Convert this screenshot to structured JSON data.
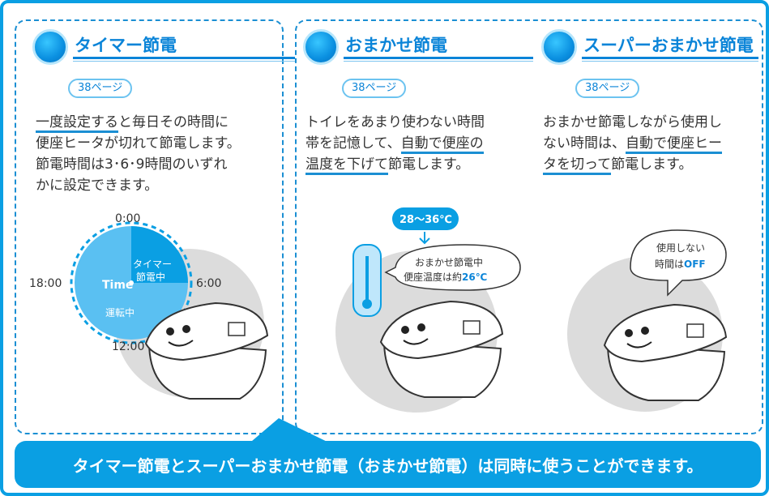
{
  "sections": [
    {
      "title": "タイマー節電",
      "page_ref": "38ページ",
      "desc_lines": [
        [
          "一度設定する",
          "と毎日その時間に"
        ],
        [
          "便座ヒータが切れて節電します。"
        ],
        [
          "節電時間は3･6･9時間のいずれ"
        ],
        [
          "かに設定できます。"
        ]
      ],
      "clock": {
        "top": "0:00",
        "right": "6:00",
        "bottom": "12:00",
        "left": "18:00",
        "center": "Time",
        "segment_timer": "タイマー",
        "segment_saving": "節電中",
        "segment_running": "運転中"
      }
    },
    {
      "title": "おまかせ節電",
      "page_ref": "38ページ",
      "desc_lines": [
        [
          "トイレをあまり使わない時間"
        ],
        [
          "帯を記憶して、",
          "自動で便座の"
        ],
        [
          "温度を下げて",
          "節電します。"
        ]
      ],
      "thermo_range": "28～36℃",
      "bubble_line1": "おまかせ節電中",
      "bubble_line2_prefix": "便座温度は約",
      "bubble_line2_value": "26℃"
    },
    {
      "title": "スーパーおまかせ節電",
      "page_ref": "38ページ",
      "desc_lines": [
        [
          "おまかせ節電しながら使用し"
        ],
        [
          "ない時間は、",
          "自動で便座ヒー"
        ],
        [
          "タを切って",
          "節電します。"
        ]
      ],
      "bubble_line1": "使用しない",
      "bubble_line2_prefix": "時間は",
      "bubble_line2_value": "OFF"
    }
  ],
  "banner_text": "タイマー節電とスーパーおまかせ節電（おまかせ節電）は同時に使うことができます。",
  "colors": {
    "accent": "#0a9fe3",
    "accent_dark": "#0a84d8",
    "gray_circle": "#dcdcdc"
  }
}
